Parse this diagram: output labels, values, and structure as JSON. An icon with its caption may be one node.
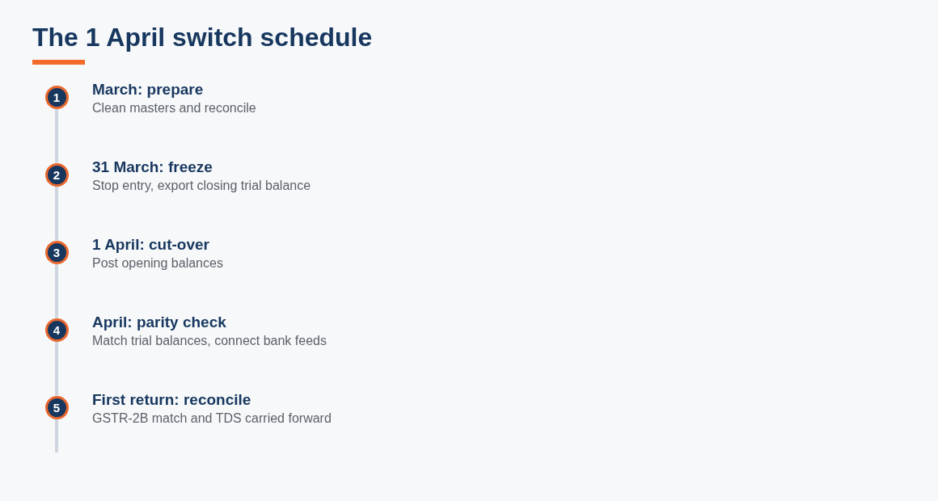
{
  "diagram": {
    "title": "The 1 April switch schedule",
    "nodes": [
      {
        "text": [
          "1"
        ],
        "beside": [
          "March: prepare",
          "Clean masters and reconcile"
        ]
      },
      {
        "text": [
          "2"
        ],
        "beside": [
          "31 March: freeze",
          "Stop entry, export closing trial balance"
        ]
      },
      {
        "text": [
          "3"
        ],
        "beside": [
          "1 April: cut-over",
          "Post opening balances"
        ]
      },
      {
        "text": [
          "4"
        ],
        "beside": [
          "April: parity check",
          "Match trial balances, connect bank feeds"
        ]
      },
      {
        "text": [
          "5"
        ],
        "beside": [
          "First return: reconcile",
          "GSTR-2B match and TDS carried forward"
        ]
      }
    ],
    "edges": [
      {
        "from": 0,
        "to": 1,
        "arrow": "none"
      },
      {
        "from": 1,
        "to": 2,
        "arrow": "none"
      },
      {
        "from": 2,
        "to": 3,
        "arrow": "none"
      },
      {
        "from": 3,
        "to": 4,
        "arrow": "none"
      },
      {
        "from": 4,
        "to": null,
        "arrow": "none"
      }
    ]
  }
}
